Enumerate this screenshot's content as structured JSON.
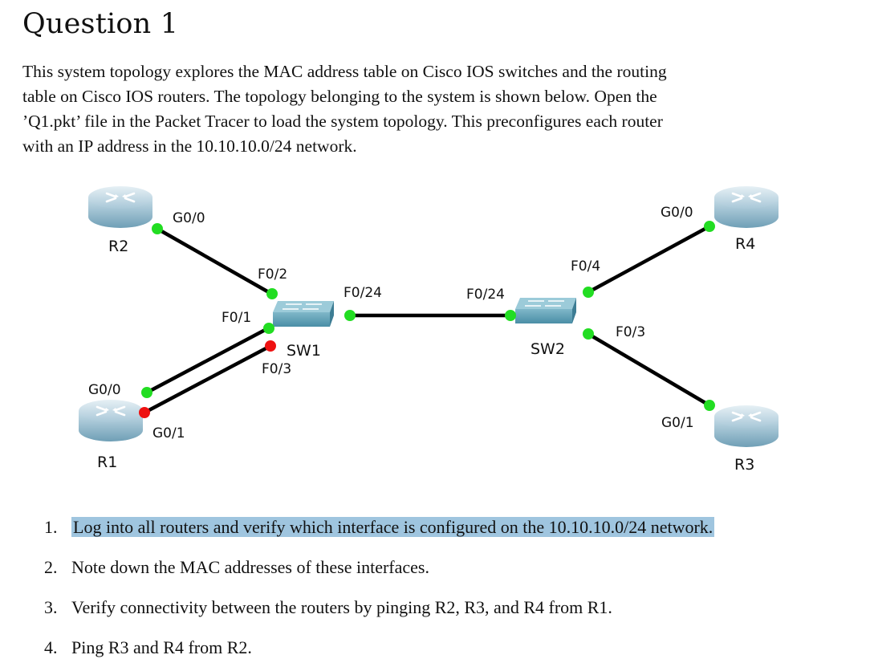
{
  "heading": "Question 1",
  "intro_lines": [
    "This system topology explores the MAC address table on Cisco IOS switches and the routing",
    "table on Cisco IOS routers. The topology belonging to the system is shown below. Open the",
    "’Q1.pkt’ file in the Packet Tracer to load the system topology. This preconfigures each router",
    "with an IP address in the 10.10.10.0/24 network."
  ],
  "topology": {
    "devices": {
      "r1": "R1",
      "r2": "R2",
      "r3": "R3",
      "r4": "R4",
      "sw1": "SW1",
      "sw2": "SW2"
    },
    "ports": {
      "r2_g00": "G0/0",
      "sw1_f02": "F0/2",
      "sw1_f024": "F0/24",
      "sw1_f01": "F0/1",
      "sw1_f03": "F0/3",
      "r1_g00": "G0/0",
      "r1_g01": "G0/1",
      "sw2_f024": "F0/24",
      "sw2_f04": "F0/4",
      "sw2_f03": "F0/3",
      "r4_g00": "G0/0",
      "r3_g01": "G0/1"
    },
    "colors": {
      "link_up": "#22dd22",
      "link_down": "#ee1111",
      "router": "#8fbcd0",
      "switch": "#5a9fb5"
    }
  },
  "steps": [
    {
      "num": "1.",
      "text": "Log into all routers and verify which interface is configured on the 10.10.10.0/24 network."
    },
    {
      "num": "2.",
      "text": "Note down the MAC addresses of these interfaces."
    },
    {
      "num": "3.",
      "text": "Verify connectivity between the routers by pinging R2, R3, and R4 from R1."
    },
    {
      "num": "4.",
      "text": "Ping R3 and R4 from R2."
    }
  ]
}
